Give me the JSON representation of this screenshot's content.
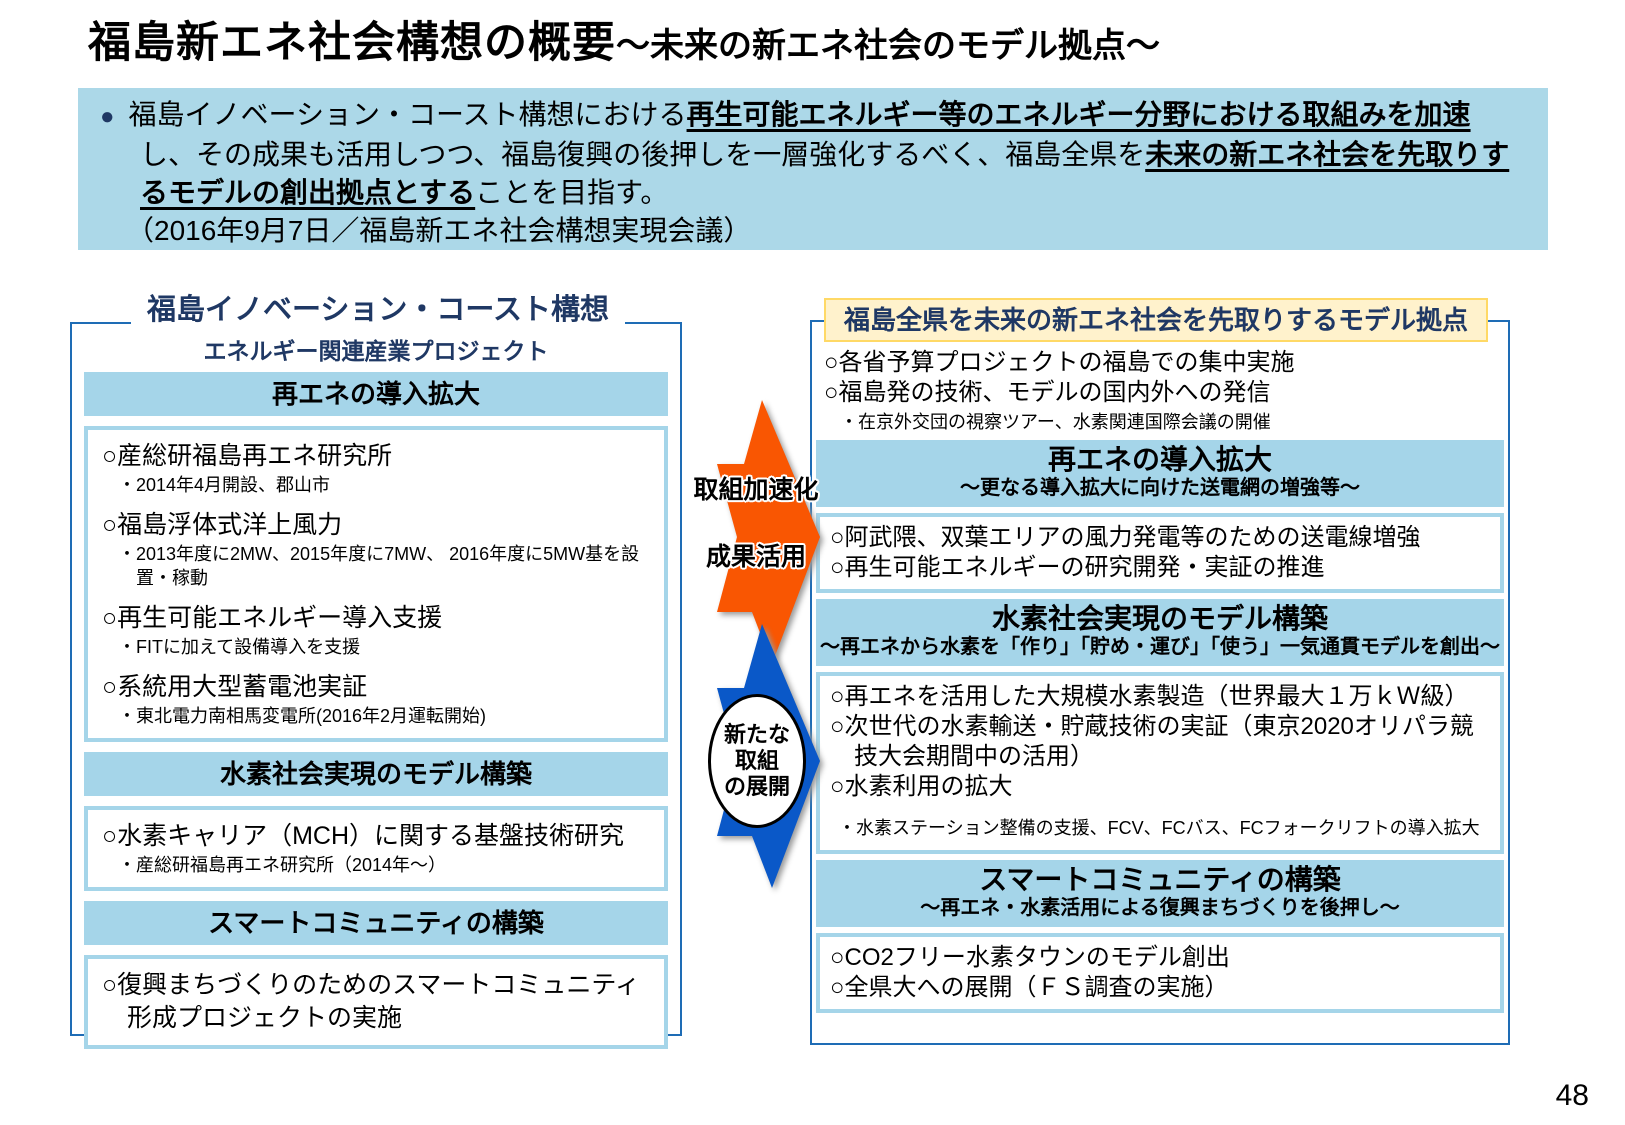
{
  "title": {
    "main": "福島新エネ社会構想の概要",
    "sub": "～未来の新エネ社会のモデル拠点～"
  },
  "intro": {
    "bullet": "●",
    "seg1": "福島イノベーション・コースト構想における",
    "seg2": "再生可能エネルギー等のエネルギー分野における取組みを加速",
    "seg3": "し、その成果も活用しつつ、福島復興の後押しを一層強化するべく、福島全県を",
    "seg4": "未来の新エネ社会を先取りするモデルの創出拠点とする",
    "seg5": "ことを目指す。",
    "source": "（2016年9月7日／福島新エネ社会構想実現会議）"
  },
  "left": {
    "title": "福島イノベーション・コースト構想",
    "subtitle": "エネルギー関連産業プロジェクト",
    "sections": [
      {
        "header": "再エネの導入拡大",
        "items": [
          {
            "main": "○産総研福島再エネ研究所",
            "sub": "・2014年4月開設、郡山市"
          },
          {
            "main": "○福島浮体式洋上風力",
            "sub": "・2013年度に2MW、2015年度に7MW、 2016年度に5MW基を設置・稼動"
          },
          {
            "main": "○再生可能エネルギー導入支援",
            "sub": "・FITに加えて設備導入を支援"
          },
          {
            "main": "○系統用大型蓄電池実証",
            "sub": "・東北電力南相馬変電所(2016年2月運転開始)"
          }
        ]
      },
      {
        "header": "水素社会実現のモデル構築",
        "items": [
          {
            "main": "○水素キャリア（MCH）に関する基盤技術研究",
            "sub": "・産総研福島再エネ研究所（2014年～）"
          }
        ]
      },
      {
        "header": "スマートコミュニティの構築",
        "items": [
          {
            "main": "○復興まちづくりのためのスマートコミュニティ形成プロジェクトの実施",
            "sub": ""
          }
        ]
      }
    ]
  },
  "arrows": {
    "accel_label1": "取組加速化",
    "accel_label2": "成果活用",
    "new1": "新たな",
    "new2": "取組",
    "new3": "の展開"
  },
  "right": {
    "title": "福島全県を未来の新エネ社会を先取りするモデル拠点",
    "top_items": [
      "○各省予算プロジェクトの福島での集中実施",
      "○福島発の技術、モデルの国内外への発信"
    ],
    "top_note": "・在京外交団の視察ツアー、水素関連国際会議の開催",
    "sections": [
      {
        "header": "再エネの導入拡大",
        "subheader": "～更なる導入拡大に向けた送電網の増強等～",
        "items": [
          "○阿武隈、双葉エリアの風力発電等のための送電線増強",
          "○再生可能エネルギーの研究開発・実証の推進"
        ],
        "note": ""
      },
      {
        "header": "水素社会実現のモデル構築",
        "subheader": "～再エネから水素を「作り」「貯め・運び」「使う」一気通貫モデルを創出～",
        "items": [
          "○再エネを活用した大規模水素製造（世界最大１万ｋＷ級）",
          "○次世代の水素輸送・貯蔵技術の実証（東京2020オリパラ競技大会期間中の活用）",
          "○水素利用の拡大"
        ],
        "note": "・水素ステーション整備の支援、FCV、FCバス、FCフォークリフトの導入拡大"
      },
      {
        "header": "スマートコミュニティの構築",
        "subheader": "～再エネ・水素活用による復興まちづくりを後押し～",
        "items": [
          "○CO2フリー水素タウンのモデル創出",
          "○全県大への展開（ＦＳ調査の実施）"
        ],
        "note": ""
      }
    ]
  },
  "colors": {
    "light_blue_fill": "#ACD8E8",
    "bar_blue": "#A5D5E9",
    "border_blue": "#1E6CB5",
    "navy_text": "#1F3864",
    "orange_arrow": "#F95602",
    "blue_arrow": "#0A58C8",
    "yellow_fill": "#FFF2CC",
    "yellow_border": "#FFD966"
  },
  "page": {
    "number": "48"
  }
}
